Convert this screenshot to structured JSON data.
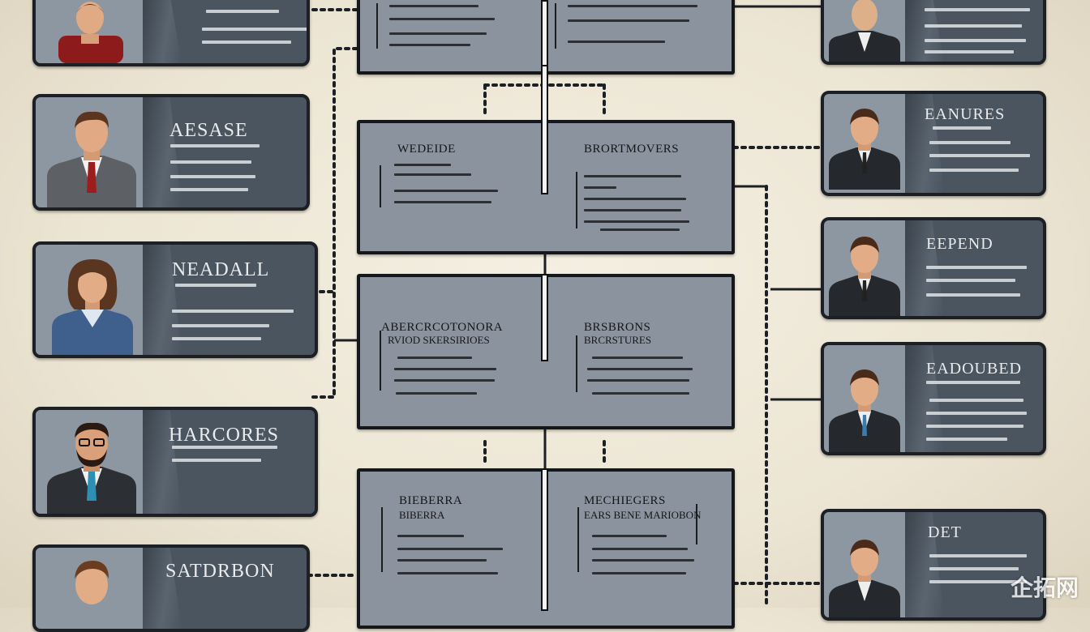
{
  "people_left": [
    {
      "name": ""
    },
    {
      "name": "AESASE"
    },
    {
      "name": "NEADALL"
    },
    {
      "name": "HARCORES"
    },
    {
      "name": "SATDRBON"
    }
  ],
  "people_right": [
    {
      "name": ""
    },
    {
      "name": "EANURES"
    },
    {
      "name": "EEPEND"
    },
    {
      "name": "EADOUBED"
    },
    {
      "name": "DET"
    }
  ],
  "boxes": [
    {
      "left_title": "",
      "right_title": ""
    },
    {
      "left_title": "WEDEIDE",
      "right_title": "BRORTMOVERS"
    },
    {
      "left_title": "ABERCRCOTONORA",
      "left_sub": "RVIOD SKERSIRIOES",
      "right_title": "BRSBRONS",
      "right_sub": "BRCRSTURES"
    },
    {
      "left_title": "BIEBERRA",
      "left_sub": "BIBERRA",
      "right_title": "MECHIEGERS",
      "right_sub": "EARS BENE MARIOBON"
    }
  ],
  "watermark": "企拓网",
  "colors": {
    "card_bg": "#4a5560",
    "box_bg": "#8b949e",
    "border": "#15181b",
    "bg": "#efe9da"
  }
}
